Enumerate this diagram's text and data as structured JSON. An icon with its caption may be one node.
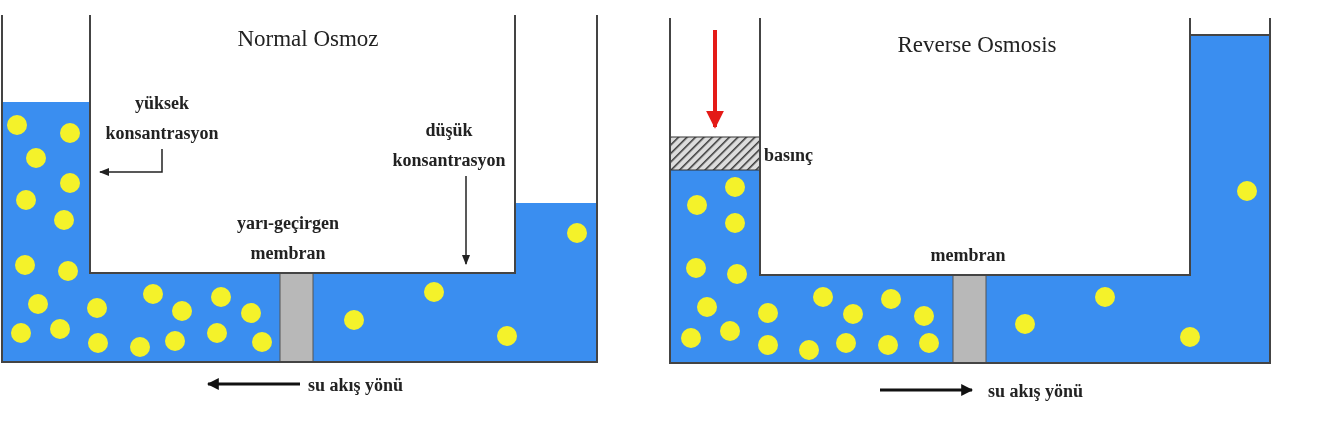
{
  "diagram": {
    "nodes": [
      {
        "text": [
          "yüksek konsantrasyon"
        ]
      },
      {
        "text": [
          "düşük konsantrasyon"
        ]
      }
    ],
    "edges": [
      {
        "from": 0,
        "to": null,
        "arrow": "to"
      },
      {
        "from": 1,
        "to": null,
        "arrow": "to"
      }
    ],
    "labels": [
      "Normal Osmoz",
      "yarı-geçirgen membran",
      "su akış yönü",
      "Reverse Osmosis",
      "basınç",
      "membran",
      "su akış yönü"
    ]
  }
}
